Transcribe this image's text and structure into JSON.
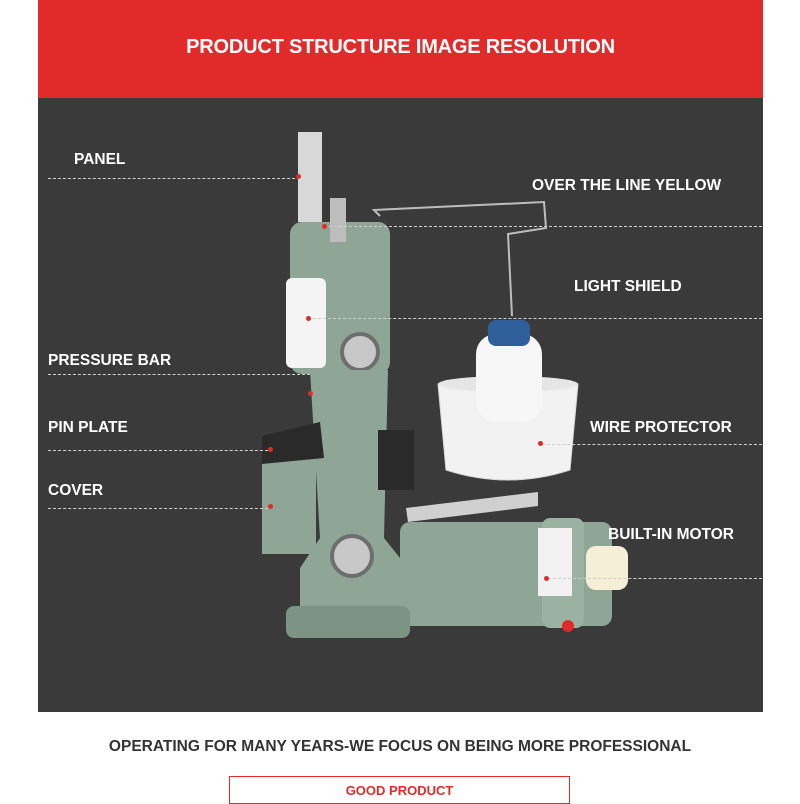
{
  "header": {
    "title": "PRODUCT STRUCTURE IMAGE RESOLUTION"
  },
  "labels": {
    "panel": "PANEL",
    "over_the_line_yellow": "OVER THE LINE YELLOW",
    "light_shield": "LIGHT SHIELD",
    "pressure_bar": "PRESSURE BAR",
    "pin_plate": "PIN PLATE",
    "wire_protector": "WIRE PROTECTOR",
    "cover": "COVER",
    "built_in_motor": "BUILT-IN MOTOR"
  },
  "footer": {
    "tagline": "OPERATING FOR MANY YEARS-WE FOCUS ON BEING MORE PROFESSIONAL",
    "button_label": "GOOD PRODUCT"
  },
  "colors": {
    "accent_red": "#e12a2a",
    "panel_gray": "#3a3a3a",
    "machine_green": "#8fa596"
  }
}
